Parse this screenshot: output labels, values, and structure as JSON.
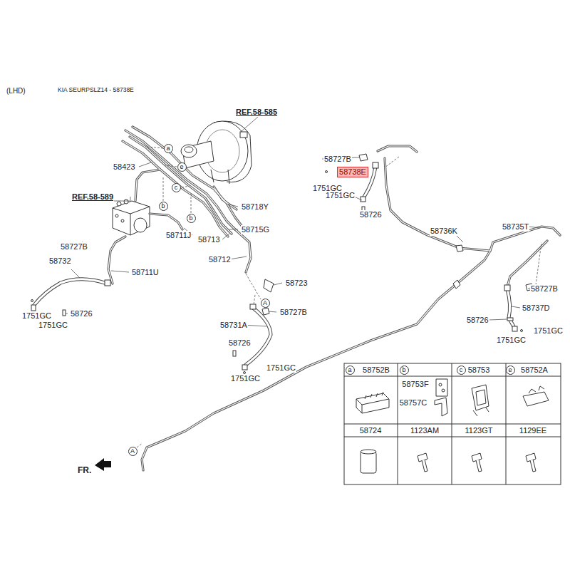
{
  "diagram": {
    "title": "KIA SEURPSLZ14 - 58738E",
    "nodes": [
      {
        "text": [
          "a"
        ]
      },
      {
        "text": [
          "e"
        ]
      },
      {
        "text": [
          "58738E"
        ]
      },
      {
        "text": [
          "c"
        ]
      },
      {
        "text": [
          "b"
        ]
      },
      {
        "text": [
          "b"
        ]
      },
      {
        "text": [
          "A"
        ]
      },
      {
        "text": [
          "a"
        ]
      },
      {
        "text": [
          "b"
        ]
      },
      {
        "text": [
          "c"
        ]
      },
      {
        "text": [
          "e"
        ]
      },
      {
        "text": [
          "A"
        ]
      }
    ],
    "labels": [
      "(LHD)",
      "REF.58-585",
      "58423",
      "REF.58-589",
      "58718Y",
      "58715G",
      "58711J",
      "58713",
      "58727B",
      "58712",
      "58732",
      "58711U",
      "58723",
      "58727B",
      "58726",
      "1751GC",
      "1751GC",
      "58731A",
      "58726",
      "1751GC",
      "1751GC",
      "58727B",
      "1751GC",
      "1751GC",
      "58726",
      "58735T",
      "58736K",
      "58727B",
      "58737D",
      "58726",
      "1751GC",
      "1751GC",
      "58752B",
      "58753",
      "58752A",
      "58753F",
      "58757C",
      "58724",
      "1123AM",
      "1123GT",
      "1129EE",
      "FR."
    ]
  }
}
